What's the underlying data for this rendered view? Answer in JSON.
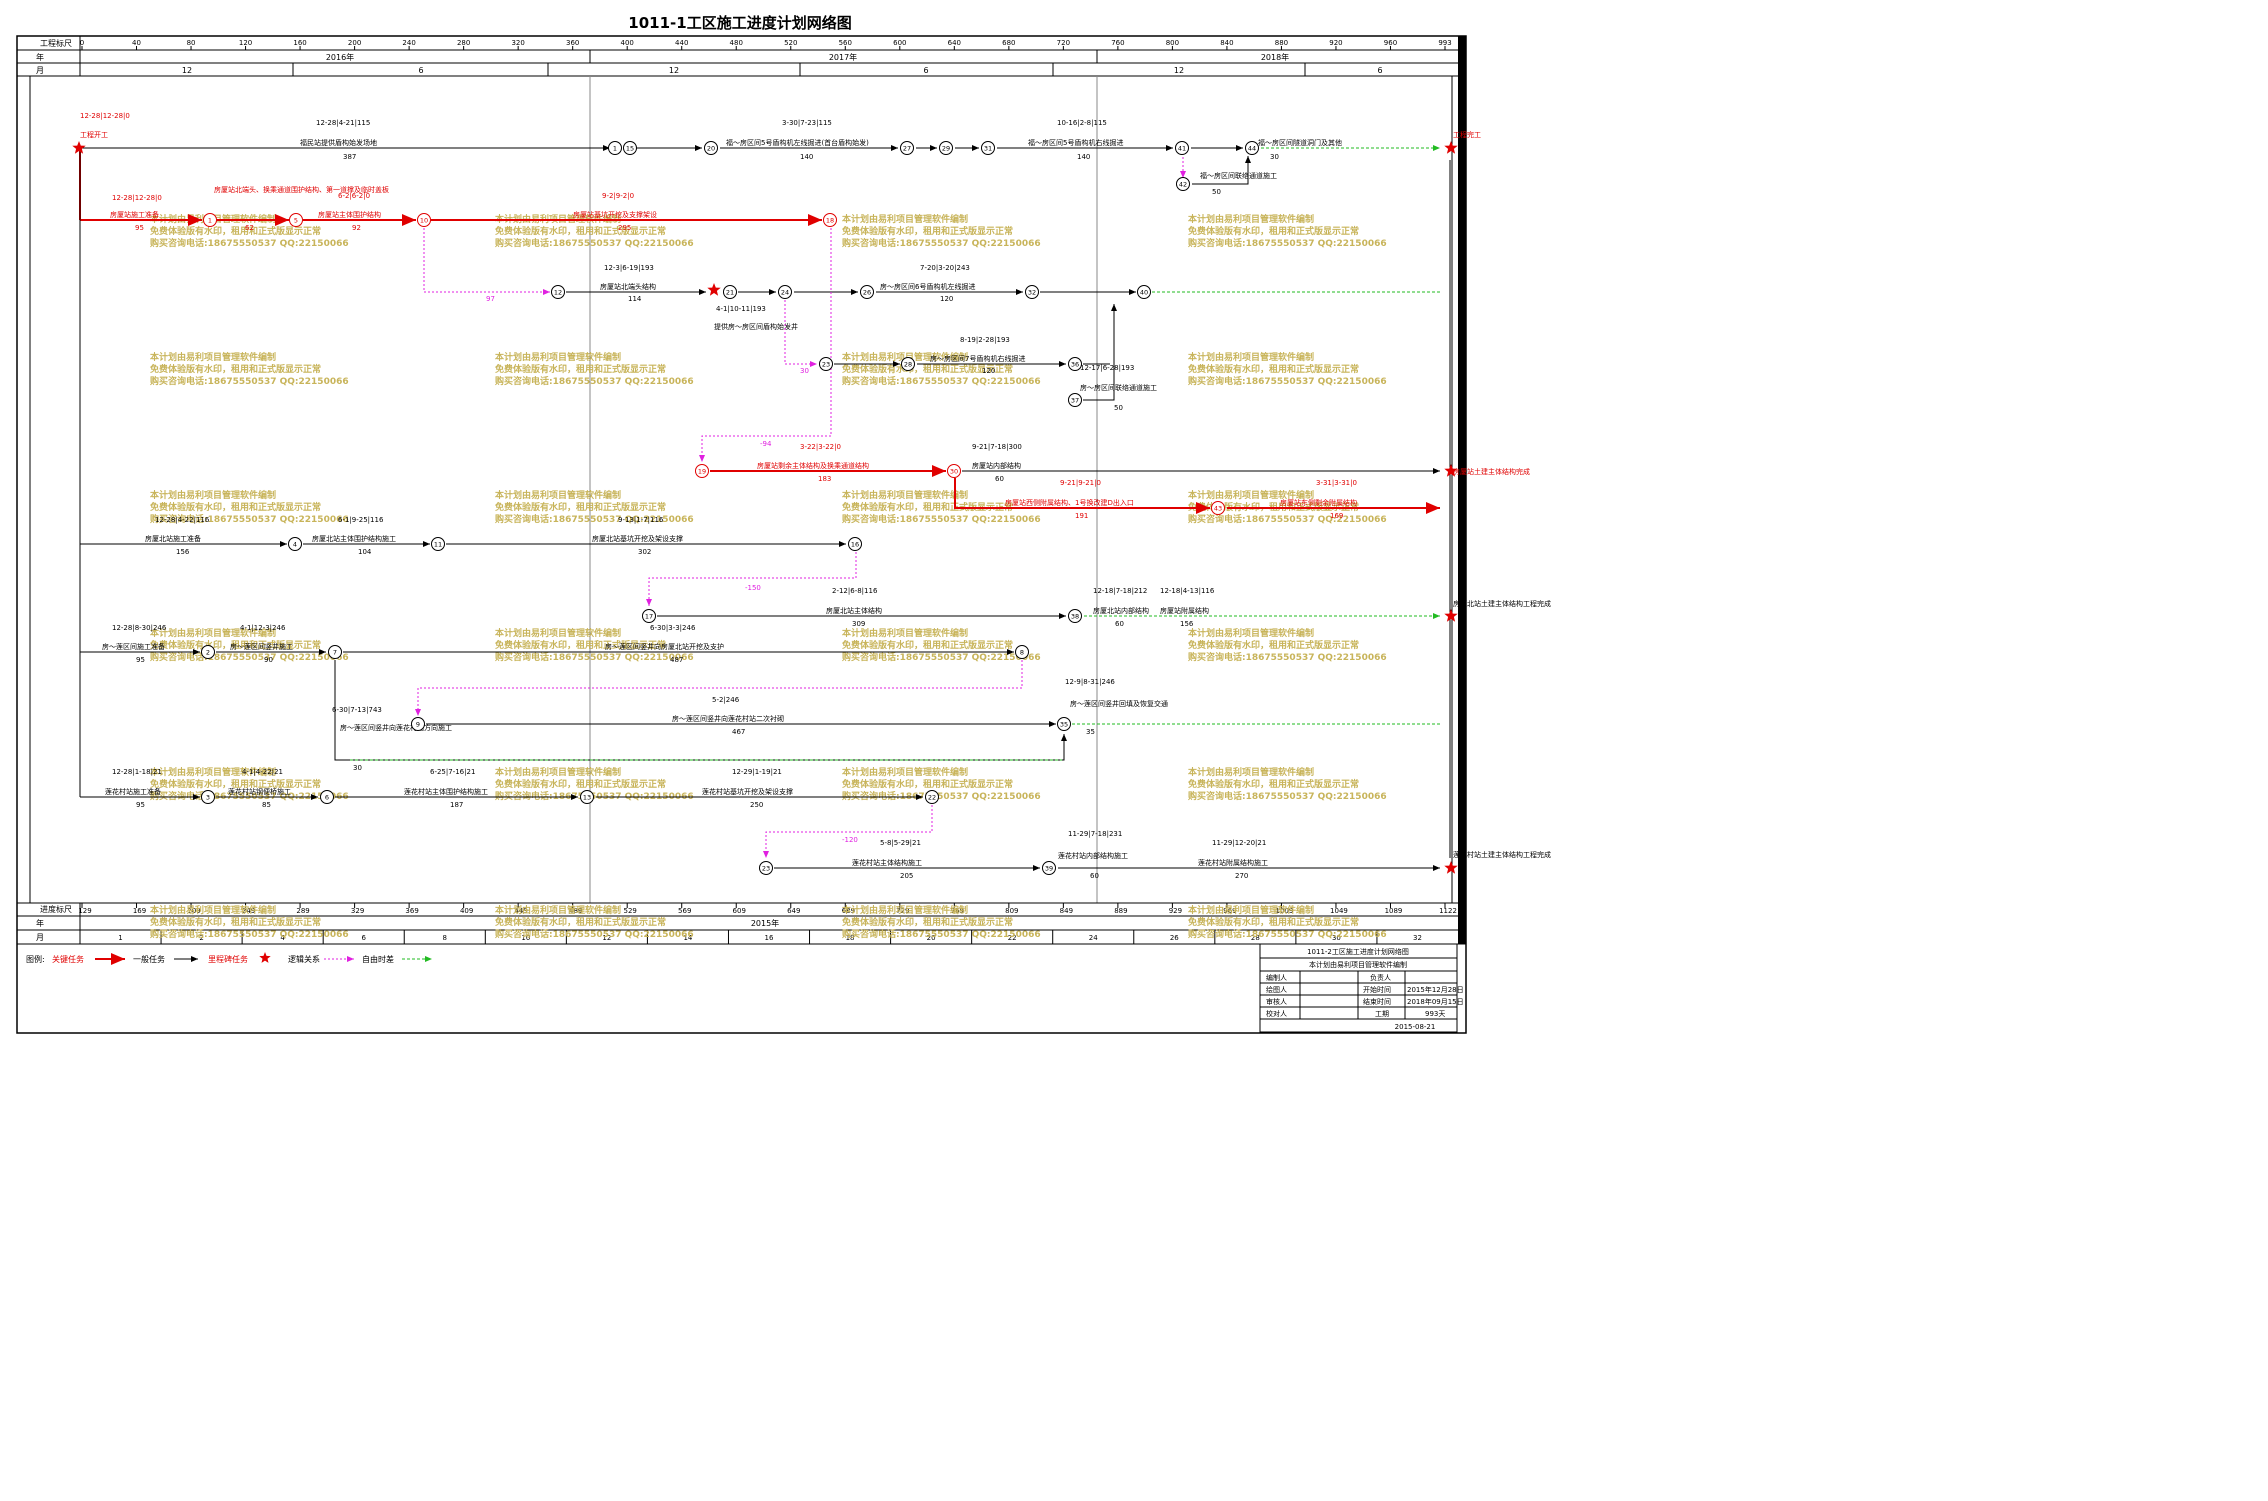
{
  "title": "1011-1工区施工进度计划网络图",
  "header": {
    "scale_label": "工程标尺",
    "scale_ticks": [
      "0",
      "40",
      "80",
      "120",
      "160",
      "200",
      "240",
      "280",
      "320",
      "360",
      "400",
      "440",
      "480",
      "520",
      "560",
      "600",
      "640",
      "680",
      "720",
      "760",
      "800",
      "840",
      "880",
      "920",
      "960",
      "993"
    ],
    "year_label": "年",
    "years": [
      "2016年",
      "2017年",
      "2018年"
    ],
    "month_label": "月",
    "months": [
      "12",
      "6",
      "12",
      "6",
      "12",
      "6"
    ]
  },
  "footer": {
    "scale_label": "进度标尺",
    "scale_ticks": [
      "129",
      "169",
      "209",
      "249",
      "289",
      "329",
      "369",
      "409",
      "449",
      "489",
      "529",
      "569",
      "609",
      "649",
      "689",
      "729",
      "769",
      "809",
      "849",
      "889",
      "929",
      "969",
      "1009",
      "1049",
      "1089",
      "1122"
    ],
    "year_label": "年",
    "year": "2015年",
    "month_label": "月",
    "months": [
      "1",
      "2",
      "4",
      "6",
      "8",
      "10",
      "12",
      "14",
      "16",
      "18",
      "20",
      "22",
      "24",
      "26",
      "28",
      "30",
      "32"
    ]
  },
  "watermark": {
    "line1": "本计划由易利项目管理软件编制",
    "line2": "免费体验版有水印，租用和正式版显示正常",
    "line3": "购买咨询电话:18675550537 QQ:22150066"
  },
  "legend": {
    "label": "图例:",
    "critical": "关键任务",
    "normal": "一般任务",
    "milestone": "里程碑任务",
    "logic": "逻辑关系",
    "float": "自由时差"
  },
  "title_block": {
    "name": "1011-2工区施工进度计划网络图",
    "made_by": "本计划由易利项目管理软件编制",
    "compiler": "编制人",
    "manager": "负责人",
    "drafter": "绘图人",
    "start_label": "开始时间",
    "start": "2015年12月28日",
    "reviewer": "审核人",
    "end_label": "结束时间",
    "end": "2018年09月15日",
    "checker": "校对人",
    "duration_label": "工期",
    "duration": "993天",
    "date": "2015-08-21"
  },
  "tasks": [
    {
      "name": "工程开工",
      "dates": "12-28|12-28|0"
    },
    {
      "name": "福民站提供盾构始发场地",
      "dates": "12-28|4-21|115",
      "dur": "387"
    },
    {
      "name": "福～房区间5号盾构机左线掘进(首台盾构始发)",
      "dates": "3-30|7-23|115",
      "dur": "140"
    },
    {
      "name": "福～房区间5号盾构机右线掘进",
      "dates": "10-16|2-8|115",
      "dur": "140"
    },
    {
      "name": "福～房区间联络通道施工",
      "dur": "50"
    },
    {
      "name": "福～房区间隧道洞门及其他",
      "dur": "30"
    },
    {
      "name": "房厦站施工准备",
      "dates": "12-28|12-28|0",
      "dur": "95"
    },
    {
      "name": "房厦站北端头、换乘通道围护结构、第一道撑及临时盖板",
      "dur": "62"
    },
    {
      "name": "房厦站主体围护结构",
      "dates": "6-2|6-2|0",
      "dur": "92"
    },
    {
      "name": "房厦站基坑开挖及支撑架设",
      "dates": "9-2|9-2|0",
      "dur": "295"
    },
    {
      "name": "房厦站北端头结构",
      "dates": "12-3|6-19|193",
      "dur": "114"
    },
    {
      "name": "房～房区间6号盾构机左线掘进",
      "dates": "7-20|3-20|243",
      "dur": "120"
    },
    {
      "name": "提供房～房区间盾构始发井",
      "dates": "4-1|10-11|193"
    },
    {
      "name": "房～房区间7号盾构机右线掘进",
      "dates": "8-19|2-28|193",
      "dur": "120"
    },
    {
      "name": "房～房区间联络通道施工",
      "dates": "12-17|6-28|193",
      "dur": "50"
    },
    {
      "name": "房厦站剩余主体结构及换乘通道结构",
      "dates": "3-22|3-22|0",
      "dur": "183"
    },
    {
      "name": "房厦站内部结构",
      "dates": "9-21|7-18|300",
      "dur": "60"
    },
    {
      "name": "房厦站西侧附属结构、1号换改建D出入口",
      "dates": "9-21|9-21|0",
      "dur": "191"
    },
    {
      "name": "房厦站东侧剩余附属结构",
      "dates": "3-31|3-31|0",
      "dur": "169"
    },
    {
      "name": "房厦站土建主体结构完成"
    },
    {
      "name": "房厦北站施工准备",
      "dates": "12-28|4-22|116",
      "dur": "156"
    },
    {
      "name": "房厦北站主体围护结构施工",
      "dates": "6-1|9-25|116",
      "dur": "104"
    },
    {
      "name": "房厦北站基坑开挖及架设支撑",
      "dates": "9-13|1-7|116",
      "dur": "302"
    },
    {
      "name": "房厦北站主体结构",
      "dates": "2-12|6-8|116",
      "dur": "309"
    },
    {
      "name": "房厦北站内部结构",
      "dates": "12-18|7-18|212",
      "dur": "60"
    },
    {
      "name": "房厦站附属结构",
      "dates": "12-18|4-13|116",
      "dur": "156"
    },
    {
      "name": "房厦北站土建主体结构工程完成"
    },
    {
      "name": "房～莲区间施工准备",
      "dates": "12-28|8-30|246",
      "dur": "95"
    },
    {
      "name": "房～莲区间竖井施工",
      "dates": "4-1|12-3|246",
      "dur": "90"
    },
    {
      "name": "房～莲区间竖井向房厦北站开挖及支护",
      "dates": "6-30|3-3|246",
      "dur": "487"
    },
    {
      "name": "房～莲区间竖井向莲花村站二次衬砌",
      "dates": "5-2|246",
      "dur": "467"
    },
    {
      "name": "房～莲区间竖井向莲花村站方向施工",
      "dates": "6-30|7-13|743",
      "dur": "30"
    },
    {
      "name": "房～莲区间竖井回填及恢复交通",
      "dates": "12-9|8-31|246",
      "dur": "35"
    },
    {
      "name": "莲花村站施工准备",
      "dates": "12-28|1-18|21",
      "dur": "95"
    },
    {
      "name": "莲花村站钢便桥施工",
      "dates": "4-1|4-22|21",
      "dur": "85"
    },
    {
      "name": "莲花村站主体围护结构施工",
      "dates": "6-25|7-16|21",
      "dur": "187"
    },
    {
      "name": "莲花村站基坑开挖及架设支撑",
      "dates": "12-29|1-19|21",
      "dur": "250"
    },
    {
      "name": "莲花村站主体结构施工",
      "dates": "5-8|5-29|21",
      "dur": "205"
    },
    {
      "name": "莲花村站内部结构施工",
      "dates": "11-29|7-18|231",
      "dur": "60"
    },
    {
      "name": "莲花村站附属结构施工",
      "dates": "11-29|12-20|21",
      "dur": "270"
    },
    {
      "name": "莲花村站土建主体结构工程完成"
    },
    {
      "name": "工程完工"
    }
  ],
  "floats": [
    "97",
    "-94",
    "-150",
    "-120",
    "30"
  ]
}
